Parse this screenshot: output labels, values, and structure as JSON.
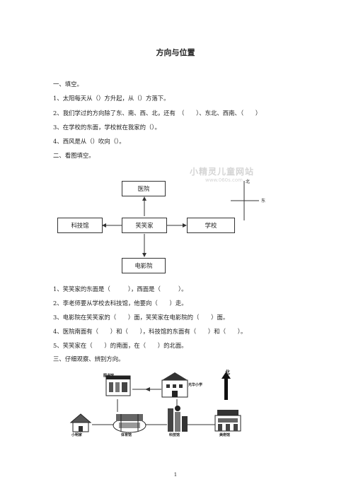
{
  "title": "方向与位置",
  "section1": {
    "heading": "一、填空。",
    "items": [
      "1、太阳每天从（）方升起，从（）方落下。",
      "2、我们学过的方向除了东、南、西、北，还有　（　　）、东北、西南、（　　）",
      "3、在学校的东面，学校就在我家的（）。",
      "4、西风是从（）吹向（）。"
    ]
  },
  "section2": {
    "heading": "二、看图填空。",
    "diagram": {
      "hospital": "医院",
      "home": "笑笑家",
      "museum": "科技馆",
      "school": "学校",
      "cinema": "电影院",
      "east": "东",
      "north": "北",
      "watermark_cn": "小精灵儿童网站",
      "watermark_url": "www.060s.com"
    },
    "items": [
      "1、笑笑家的东面是（　　　），西面是（　　　）。",
      "2、李老师要从学校去科技馆，他要向（　　）走。",
      "3、电影院在笑笑家的（　　）面，笑笑家在电影院的（　　）面。",
      "4、医院南面有（　　）和（　　），科技馆的东面有（　　）和（　　）。",
      "5、笑笑家在（　　）的南面，在（　　）的北面。"
    ]
  },
  "section3": {
    "heading": "三、仔细观察、辨别方向。",
    "map": {
      "library": "图书馆",
      "school": "光华小学",
      "north": "北",
      "xiaoming": "小明家",
      "stadium": "体育馆",
      "museum": "科技馆",
      "gallery": "美術馆"
    }
  },
  "page_number": "1"
}
